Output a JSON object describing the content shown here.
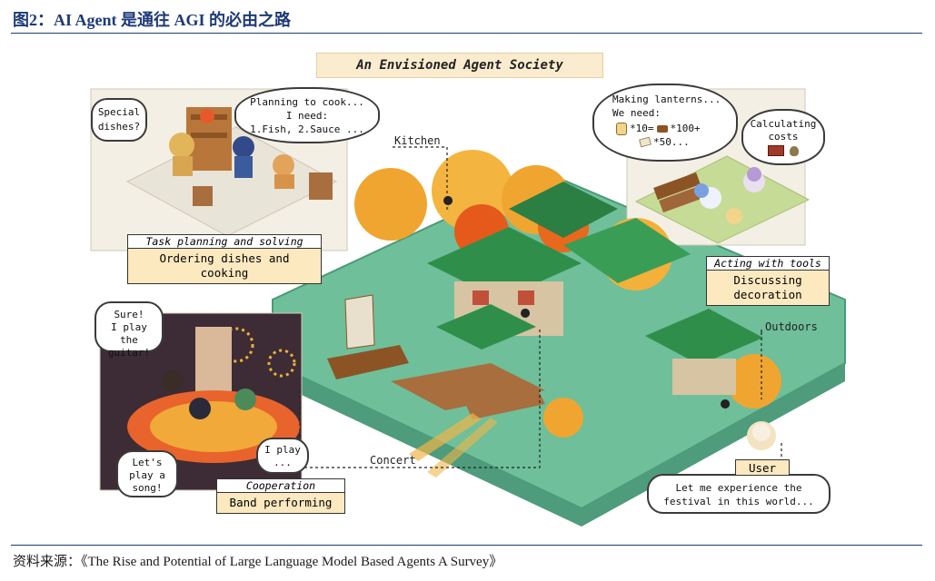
{
  "figure": {
    "title": "图2：AI Agent 是通往 AGI 的必由之路",
    "source": "资料来源：《The Rise and Potential of Large Language Model Based Agents A Survey》"
  },
  "diagram": {
    "banner": "An Envisioned Agent Society",
    "bubbles": {
      "special_dishes": "Special\ndishes?",
      "planning_cook": "Planning to cook...\nI need:\n1.Fish, 2.Sauce ...",
      "making_lanterns": "Making lanterns...\nWe need:",
      "lantern_qty_1": "*10=",
      "lantern_qty_2": "*100+",
      "lantern_qty_3": "*50...",
      "calculating_costs": "Calculating\ncosts",
      "sure_guitar": "Sure!\nI play the\nguitar!",
      "lets_play": "Let's\nplay a\nsong!",
      "i_play": "I play\n...",
      "let_me_experience": "Let me experience the\nfestival in this world..."
    },
    "captions": {
      "task_head": "Task planning and solving",
      "task_body": "Ordering dishes and\ncooking",
      "tools_head": "Acting with tools",
      "tools_body": "Discussing\ndecoration",
      "coop_head": "Cooperation",
      "coop_body": "Band performing"
    },
    "locations": {
      "kitchen": "Kitchen",
      "outdoors": "Outdoors",
      "concert": "Concert"
    },
    "user_label": "User",
    "colors": {
      "accent_title": "#1f3a78",
      "caption_fill": "#fde9c0",
      "ground": "#6fbf9a",
      "roof": "#2f8f4a",
      "foliage": "#f0a531"
    }
  }
}
